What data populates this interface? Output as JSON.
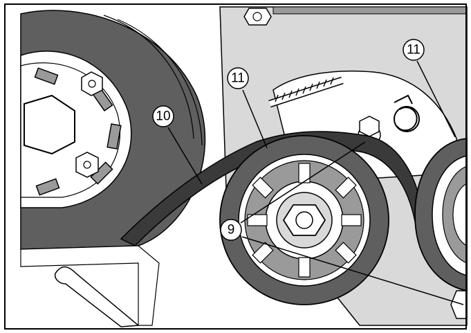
{
  "figure": {
    "callouts": [
      {
        "id": "c10",
        "label": "10"
      },
      {
        "id": "c11a",
        "label": "11"
      },
      {
        "id": "c11b",
        "label": "11"
      },
      {
        "id": "c9",
        "label": "9"
      }
    ]
  },
  "colors": {
    "pulley_dark": "#5f5f5f",
    "bracket_gray": "#d9d9d9",
    "outline": "#000000",
    "background": "#ffffff"
  }
}
